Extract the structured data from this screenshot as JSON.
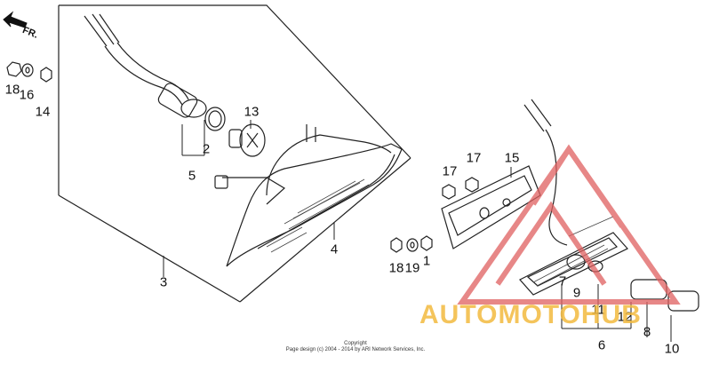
{
  "direction_arrow": {
    "label": "FR."
  },
  "callouts": {
    "c1": "1",
    "c2": "2",
    "c3": "3",
    "c4": "4",
    "c5": "5",
    "c6": "6",
    "c7": "7",
    "c8": "8",
    "c9": "9",
    "c10": "10",
    "c11": "11",
    "c12": "12",
    "c13": "13",
    "c14": "14",
    "c15": "15",
    "c16": "16",
    "c17a": "17",
    "c17b": "17",
    "c18a": "18",
    "c18b": "18",
    "c19": "19"
  },
  "copyright": {
    "line1": "Copyright",
    "line2": "Page design (c) 2004 - 2014 by ARI Network Services, Inc."
  },
  "watermark": {
    "text": "AUTOMOTOHUB",
    "colors": {
      "triangle": "#e06060",
      "text": "#f2ba3e"
    }
  },
  "colors": {
    "line": "#222222",
    "background": "#ffffff"
  }
}
